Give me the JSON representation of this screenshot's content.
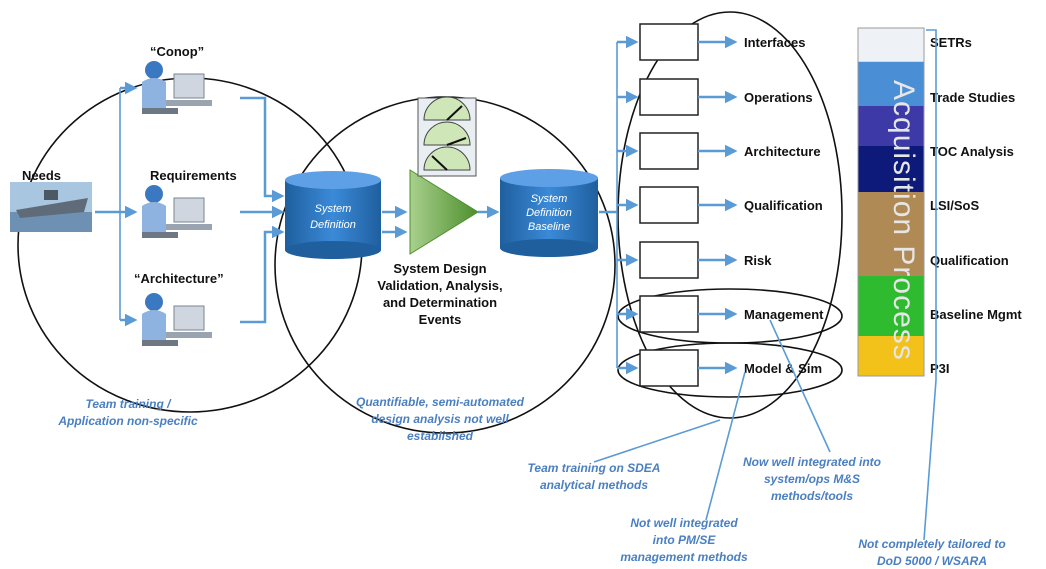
{
  "inputs": {
    "needs": "Needs",
    "conop": "“Conop”",
    "requirements": "Requirements",
    "architecture": "“Architecture”"
  },
  "center": {
    "system_definition": [
      "System",
      "Definition"
    ],
    "baseline": [
      "System",
      "Definition",
      "Baseline"
    ],
    "events": [
      "System Design",
      "Validation, Analysis,",
      "and Determination",
      "Events"
    ]
  },
  "outputs": [
    "Interfaces",
    "Operations",
    "Architecture",
    "Qualification",
    "Risk",
    "Management",
    "Model & Sim"
  ],
  "right_labels": [
    "SETRs",
    "Trade Studies",
    "TOC Analysis",
    "LSI/SoS",
    "Qualification",
    "Baseline Mgmt",
    "P3I"
  ],
  "acquisition_bar": {
    "title": "Acquisition Process",
    "colors": [
      "#4a8fd6",
      "#3d3aa8",
      "#0d1a7a",
      "#b08a55",
      "#2fbb2f",
      "#f2c21b"
    ]
  },
  "notes": {
    "team_training": [
      "Team training /",
      "Application non-specific"
    ],
    "quantifiable": [
      "Quantifiable, semi-automated",
      "design analysis not well",
      "established"
    ],
    "sdea": [
      "Team training on SDEA",
      "analytical methods"
    ],
    "not_pm": [
      "Not well integrated",
      "into PM/SE",
      "management methods"
    ],
    "now_ms": [
      "Now well integrated into",
      "system/ops M&S",
      "methods/tools"
    ],
    "not_dod": [
      "Not completely tailored to",
      "DoD 5000 / WSARA"
    ]
  },
  "colors": {
    "accent": "#5b9bd5",
    "note_text": "#4a7fc1",
    "cylinder": "#2e75b6",
    "triangle": "#6aa84f"
  },
  "icons": [
    "ship-icon",
    "person-at-computer-icon",
    "gauge-icon"
  ]
}
